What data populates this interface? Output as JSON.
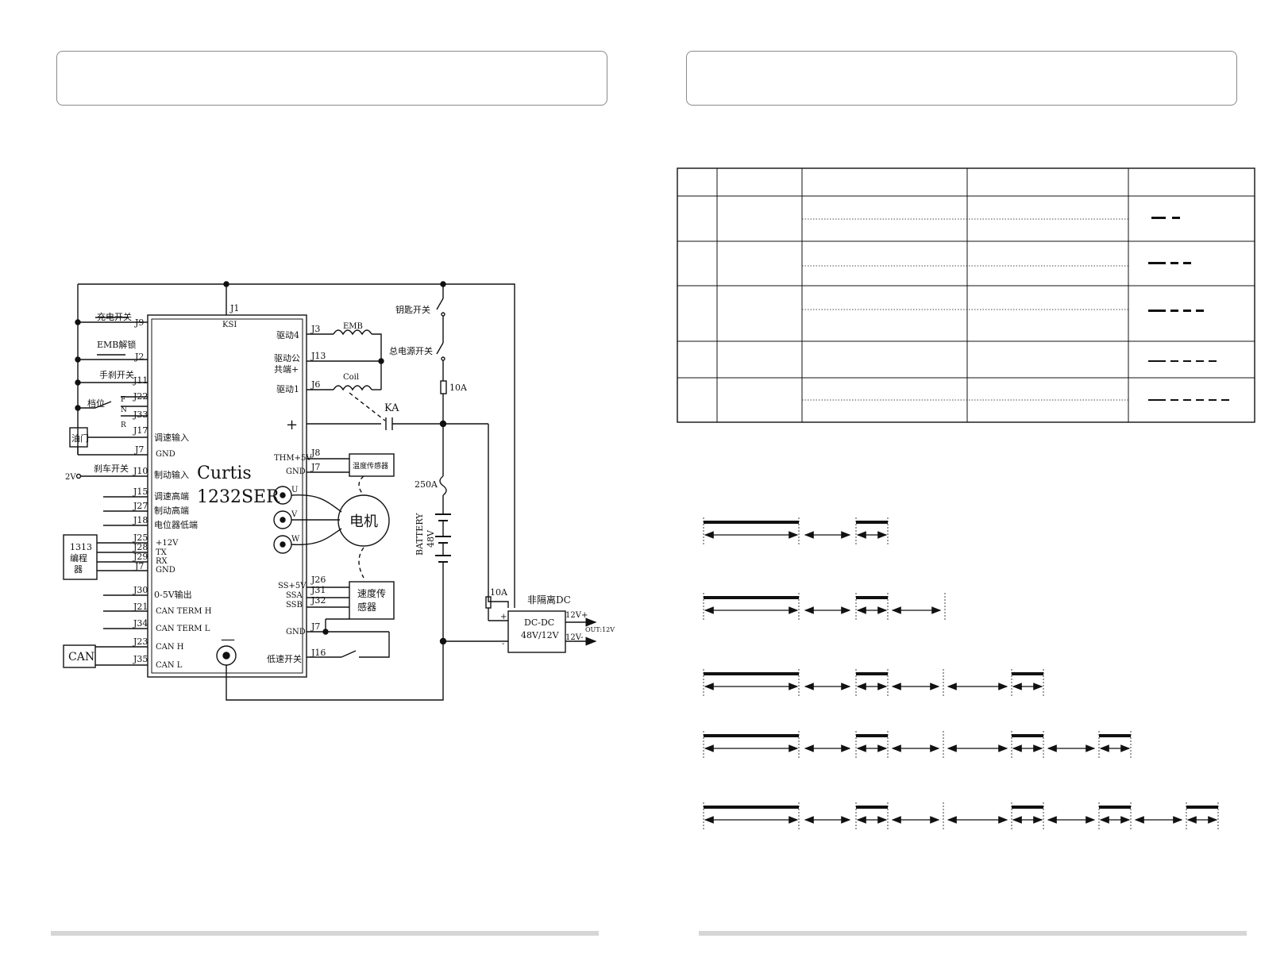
{
  "wiring": {
    "controller_name": "Curtis",
    "controller_model": "1232SER",
    "pins": {
      "ksi": "J1",
      "ksi_label": "KSI",
      "j9": "J9",
      "j2": "J2",
      "j11": "J11",
      "j22": "J22",
      "j33": "J33",
      "j17": "J17",
      "j7a": "J7",
      "j10": "J10",
      "j15": "J15",
      "j27": "J27",
      "j18": "J18",
      "j25": "J25",
      "j28": "J28",
      "j29": "J29",
      "j7b": "J7",
      "j30": "J30",
      "j21": "J21",
      "j34": "J34",
      "j23": "J23",
      "j35": "J35",
      "j3": "J3",
      "j13": "J13",
      "j6": "J6",
      "j8": "J8",
      "j7c": "J7",
      "j26": "J26",
      "j31": "J31",
      "j32": "J32",
      "j7d": "J7",
      "j16": "J16"
    },
    "left_labels": {
      "charge_switch": "充电开关",
      "emb_release": "EMB解锁",
      "handbrake": "手刹开关",
      "gear": "档位",
      "gear_f": "F",
      "gear_n": "N",
      "gear_r": "R",
      "throttle": "油门",
      "brake_switch": "刹车开关",
      "v2": "2V",
      "programmer_1": "1313",
      "programmer_2": "编程",
      "programmer_3": "器",
      "can": "CAN"
    },
    "inner_left": {
      "speed_input": "调速输入",
      "gnd1": "GND",
      "brake_input": "制动输入",
      "speed_high": "调速高端",
      "brake_high": "制动高端",
      "pot_low": "电位器低端",
      "p12v": "+12V",
      "tx": "TX",
      "rx": "RX",
      "gnd2": "GND",
      "v05_out": "0-5V输出",
      "can_term_h": "CAN TERM H",
      "can_term_l": "CAN TERM L",
      "can_h": "CAN H",
      "can_l": "CAN L"
    },
    "inner_right": {
      "drive4": "驱动4",
      "drive_common_1": "驱动公",
      "drive_common_2": "共端+",
      "drive1": "驱动1",
      "plus": "+",
      "thm5v": "THM+5V",
      "gnd_t": "GND",
      "u": "U",
      "v": "V",
      "w": "W",
      "ss5v": "SS+5V",
      "ssa": "SSA",
      "ssb": "SSB",
      "gnd_s": "GND",
      "low_speed": "低速开关",
      "minus": "—"
    },
    "right_labels": {
      "emb": "EMB",
      "coil": "Coil",
      "ka": "KA",
      "key_switch": "钥匙开关",
      "main_switch": "总电源开关",
      "fuse_10a": "10A",
      "fuse_250a": "250A",
      "battery": "BATTERY",
      "battery_v": "48V",
      "temp_sensor": "温度传感器",
      "motor": "电机",
      "speed_sensor_1": "速度传",
      "speed_sensor_2": "感器",
      "fuse_10a_dc": "10A",
      "non_isolated_dc": "非隔离DC",
      "dcdc_1": "DC-DC",
      "dcdc_2": "48V/12V",
      "dc_plus": "+",
      "dc_minus": "-",
      "out_12v_plus": "12V+",
      "out_12v_minus": "12V-",
      "out_label": "OUT:12V"
    }
  },
  "fault_table": {
    "rows": 5,
    "symbols": [
      "▬ ▬",
      "▬ ▬ ▬",
      "▬ ▬ ▬ ▬",
      "▬ ▬ ▬ ▬ ▬",
      "▬ ▬ ▬ ▬ ▬ ▬"
    ]
  },
  "blink_patterns": {
    "rows": [
      {
        "short_pulses": 1
      },
      {
        "short_pulses": 1,
        "trailing_gap": true
      },
      {
        "short_pulses": 2
      },
      {
        "short_pulses": 3
      },
      {
        "short_pulses": 4
      }
    ]
  }
}
